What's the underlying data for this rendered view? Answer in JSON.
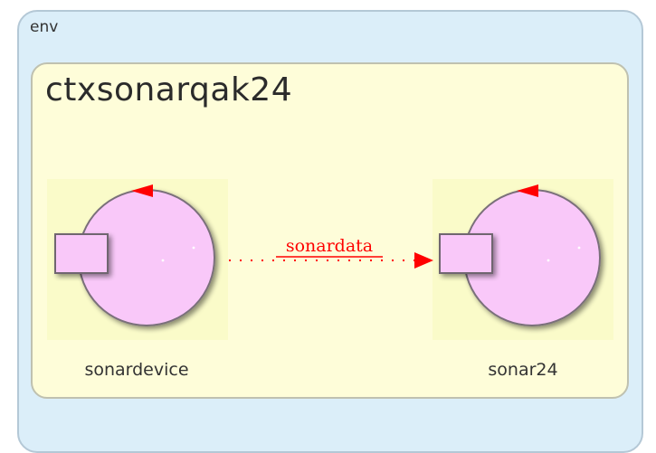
{
  "env": {
    "label": "env"
  },
  "context": {
    "label": "ctxsonarqak24"
  },
  "actors": [
    {
      "name": "sonardevice"
    },
    {
      "name": "sonar24"
    }
  ],
  "connection": {
    "label": "sonardata",
    "color": "#ff0000"
  },
  "colors": {
    "env_bg": "#dbeef9",
    "context_bg": "#fefdd9",
    "actor_fill": "#f9c8f9",
    "arrow": "#ff0000"
  }
}
